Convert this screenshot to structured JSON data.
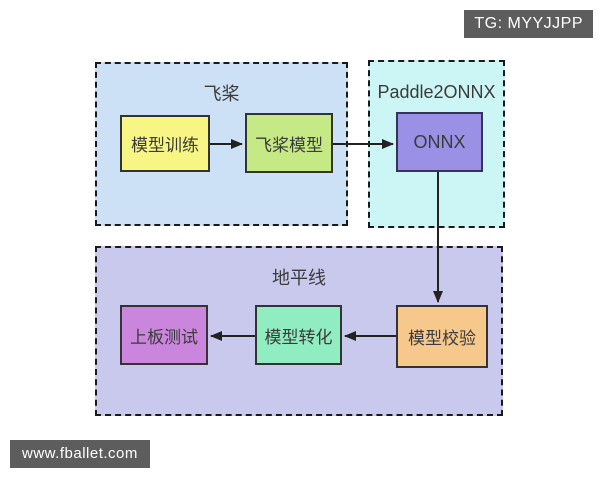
{
  "watermarks": {
    "top_right": "TG: MYYJJPP",
    "bottom_left": "www.fballet.com",
    "bg_color": "#5d5d5d",
    "text_color": "#ffffff"
  },
  "diagram": {
    "groups": [
      {
        "id": "paddle",
        "title": "飞桨",
        "bg": "#cce0f6",
        "nodes": [
          {
            "id": "model-train",
            "label": "模型训练",
            "bg": "#f7f584"
          },
          {
            "id": "paddle-model",
            "label": "飞桨模型",
            "bg": "#c5e984"
          }
        ]
      },
      {
        "id": "paddle2onnx",
        "title": "Paddle2ONNX",
        "bg": "#ccf6f5",
        "nodes": [
          {
            "id": "onnx",
            "label": "ONNX",
            "bg": "#9a91e6"
          }
        ]
      },
      {
        "id": "horizon",
        "title": "地平线",
        "bg": "#c9c9ee",
        "nodes": [
          {
            "id": "model-verify",
            "label": "模型校验",
            "bg": "#f6c88c"
          },
          {
            "id": "model-convert",
            "label": "模型转化",
            "bg": "#90edc1"
          },
          {
            "id": "board-test",
            "label": "上板测试",
            "bg": "#ca86dc"
          }
        ]
      }
    ],
    "edges": [
      {
        "from": "模型训练",
        "to": "飞桨模型"
      },
      {
        "from": "飞桨模型",
        "to": "ONNX"
      },
      {
        "from": "ONNX",
        "to": "模型校验"
      },
      {
        "from": "模型校验",
        "to": "模型转化"
      },
      {
        "from": "模型转化",
        "to": "上板测试"
      }
    ],
    "colors": {
      "arrow": "#222222",
      "node_border": "#333333",
      "group_border": "#1a1a1a",
      "text": "#3b3b3b"
    }
  }
}
